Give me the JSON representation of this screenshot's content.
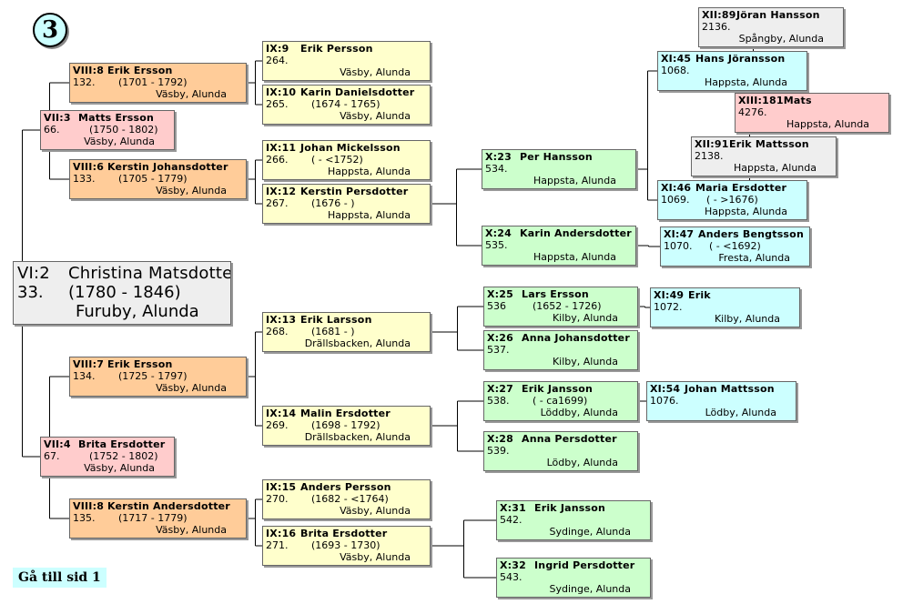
{
  "page_badge": "3",
  "nav_link": "Gå till sid 1",
  "persons": [
    {
      "id": "p33",
      "color": "focus",
      "gen": "VI:2",
      "name": "Christina Matsdotter",
      "num": "33.",
      "dates": "(1780 - 1846)",
      "place": "Furuby, Alunda"
    },
    {
      "id": "p66",
      "color": "pink",
      "gen": "VII:3",
      "name": "Matts Ersson",
      "num": "66.",
      "dates": "(1750 - 1802)",
      "place": "Väsby, Alunda"
    },
    {
      "id": "p67",
      "color": "pink",
      "gen": "VII:4",
      "name": "Brita Ersdotter",
      "num": "67.",
      "dates": "(1752 - 1802)",
      "place": "Väsby, Alunda"
    },
    {
      "id": "p132",
      "color": "orange",
      "gen": "VIII:8",
      "name": "Erik Ersson",
      "num": "132.",
      "dates": "(1701 - 1792)",
      "place": "Väsby, Alunda"
    },
    {
      "id": "p133",
      "color": "orange",
      "gen": "VIII:6",
      "name": "Kerstin Johansdotter",
      "num": "133.",
      "dates": "(1705 - 1779)",
      "place": "Väsby, Alunda"
    },
    {
      "id": "p134",
      "color": "orange",
      "gen": "VIII:7",
      "name": "Erik Ersson",
      "num": "134.",
      "dates": "(1725 - 1797)",
      "place": "Väsby, Alunda"
    },
    {
      "id": "p135",
      "color": "orange",
      "gen": "VIII:8",
      "name": "Kerstin Andersdotter",
      "num": "135.",
      "dates": "(1717 - 1779)",
      "place": "Väsby, Alunda"
    },
    {
      "id": "p264",
      "color": "yellow",
      "gen": "IX:9",
      "name": "Erik Persson",
      "num": "264.",
      "dates": "",
      "place": "Väsby, Alunda"
    },
    {
      "id": "p265",
      "color": "yellow",
      "gen": "IX:10",
      "name": "Karin Danielsdotter",
      "num": "265.",
      "dates": "(1674 - 1765)",
      "place": "Väsby, Alunda"
    },
    {
      "id": "p266",
      "color": "yellow",
      "gen": "IX:11",
      "name": "Johan Mickelsson",
      "num": "266.",
      "dates": "( - <1752)",
      "place": "Happsta, Alunda"
    },
    {
      "id": "p267",
      "color": "yellow",
      "gen": "IX:12",
      "name": "Kerstin Persdotter",
      "num": "267.",
      "dates": "(1676 - )",
      "place": "Happsta, Alunda"
    },
    {
      "id": "p268",
      "color": "yellow",
      "gen": "IX:13",
      "name": "Erik Larsson",
      "num": "268.",
      "dates": "(1681 - )",
      "place": "Drällsbacken, Alunda"
    },
    {
      "id": "p269",
      "color": "yellow",
      "gen": "IX:14",
      "name": "Malin Ersdotter",
      "num": "269.",
      "dates": "(1698 - 1792)",
      "place": "Drällsbacken, Alunda"
    },
    {
      "id": "p270",
      "color": "yellow",
      "gen": "IX:15",
      "name": "Anders Persson",
      "num": "270.",
      "dates": "(1682 - <1764)",
      "place": "Väsby, Alunda"
    },
    {
      "id": "p271",
      "color": "yellow",
      "gen": "IX:16",
      "name": "Brita Ersdotter",
      "num": "271.",
      "dates": "(1693 - 1730)",
      "place": "Väsby, Alunda"
    },
    {
      "id": "p534",
      "color": "green",
      "gen": "X:23",
      "name": "Per Hansson",
      "num": "534.",
      "dates": "",
      "place": "Happsta, Alunda"
    },
    {
      "id": "p535",
      "color": "green",
      "gen": "X:24",
      "name": "Karin Andersdotter",
      "num": "535.",
      "dates": "",
      "place": "Happsta, Alunda"
    },
    {
      "id": "p536",
      "color": "green",
      "gen": "X:25",
      "name": "Lars Ersson",
      "num": "536",
      "dates": "(1652 - 1726)",
      "place": "Kilby, Alunda"
    },
    {
      "id": "p537",
      "color": "green",
      "gen": "X:26",
      "name": "Anna Johansdotter",
      "num": "537.",
      "dates": "",
      "place": "Kilby, Alunda"
    },
    {
      "id": "p538",
      "color": "green",
      "gen": "X:27",
      "name": "Erik Jansson",
      "num": "538.",
      "dates": "( - ca1699)",
      "place": "Löddby, Alunda"
    },
    {
      "id": "p539",
      "color": "green",
      "gen": "X:28",
      "name": "Anna Persdotter",
      "num": "539.",
      "dates": "",
      "place": "Lödby, Alunda"
    },
    {
      "id": "p542",
      "color": "green",
      "gen": "X:31",
      "name": "Erik Jansson",
      "num": "542.",
      "dates": "",
      "place": "Sydinge, Alunda"
    },
    {
      "id": "p543",
      "color": "green",
      "gen": "X:32",
      "name": "Ingrid Persdotter",
      "num": "543.",
      "dates": "",
      "place": "Sydinge, Alunda"
    },
    {
      "id": "p1068",
      "color": "cyan",
      "gen": "XI:45",
      "name": "Hans Jöransson",
      "num": "1068.",
      "dates": "",
      "place": "Happsta, Alunda"
    },
    {
      "id": "p1069",
      "color": "cyan",
      "gen": "XI:46",
      "name": "Maria Ersdotter",
      "num": "1069.",
      "dates": "( - >1676)",
      "place": "Happsta, Alunda"
    },
    {
      "id": "p1070",
      "color": "cyan",
      "gen": "XI:47",
      "name": "Anders Bengtsson",
      "num": "1070.",
      "dates": "( - <1692)",
      "place": "Fresta, Alunda"
    },
    {
      "id": "p1072",
      "color": "cyan",
      "gen": "XI:49",
      "name": "Erik",
      "num": "1072.",
      "dates": "",
      "place": "Kilby, Alunda"
    },
    {
      "id": "p1076",
      "color": "cyan",
      "gen": "XI:54",
      "name": "Johan Mattsson",
      "num": "1076.",
      "dates": "",
      "place": "Lödby, Alunda"
    },
    {
      "id": "p2136",
      "color": "gray",
      "gen": "XII:89",
      "name": "Jöran Hansson",
      "num": "2136.",
      "dates": "",
      "place": "Spångby, Alunda"
    },
    {
      "id": "p2138",
      "color": "gray",
      "gen": "XII:91",
      "name": "Erik Mattsson",
      "num": "2138.",
      "dates": "",
      "place": "Happsta, Alunda"
    },
    {
      "id": "p4276",
      "color": "pink",
      "gen": "XIII:181",
      "name": "Mats",
      "num": "4276.",
      "dates": "",
      "place": "Happsta, Alunda"
    }
  ]
}
